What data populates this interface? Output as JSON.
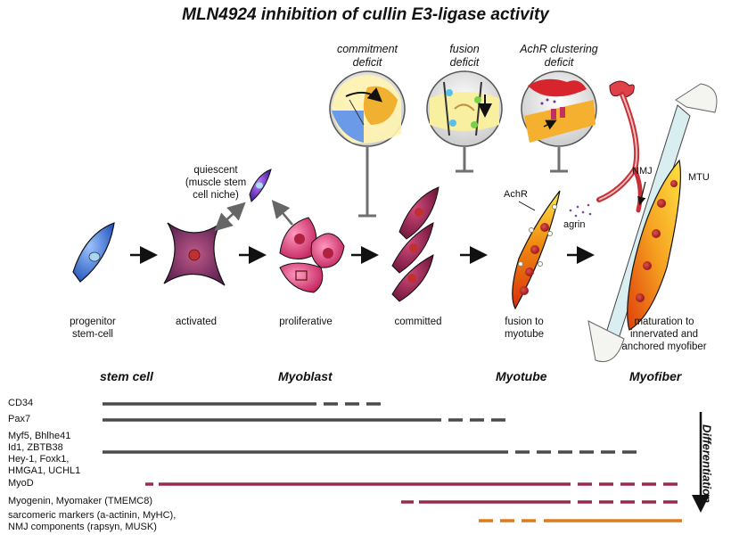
{
  "title": "MLN4924 inhibition of cullin E3-ligase activity",
  "deficits": {
    "commitment": [
      "commitment",
      "deficit"
    ],
    "fusion": [
      "fusion",
      "deficit"
    ],
    "achr": [
      "AchR clustering",
      "deficit"
    ]
  },
  "quiescent": [
    "quiescent",
    "(muscle stem",
    "cell niche)"
  ],
  "cells": {
    "progenitor": [
      "progenitor",
      "stem-cell"
    ],
    "activated": "activated",
    "proliferative": "proliferative",
    "committed": "committed",
    "fusion": [
      "fusion to",
      "myotube"
    ],
    "maturation": [
      "maturation to",
      "innervated and",
      "anchored myofiber"
    ]
  },
  "annotations": {
    "achr": "AchR",
    "agrin": "agrin",
    "nmj": "NMJ",
    "mtu": "MTU"
  },
  "stages": {
    "stem_cell": "stem cell",
    "myoblast": "Myoblast",
    "myotube": "Myotube",
    "myofiber": "Myofiber"
  },
  "differentiation": "Differentiation",
  "markers": [
    {
      "lines": [
        "CD34"
      ],
      "color": "#4a4a4a",
      "solid": [
        115,
        355
      ],
      "dashed_end": 430
    },
    {
      "lines": [
        "Pax7"
      ],
      "color": "#4a4a4a",
      "solid": [
        115,
        495
      ],
      "dashed_end": 570
    },
    {
      "lines": [
        "Myf5, Bhlhe41",
        "Id1, ZBTB38",
        "Hey-1, Foxk1,",
        "HMGA1, UCHL1"
      ],
      "color": "#4a4a4a",
      "solid": [
        115,
        570
      ],
      "dashed_end": 715
    },
    {
      "lines": [
        "MyoD"
      ],
      "color": "#9b2a4a",
      "solid": [
        178,
        640
      ],
      "dashed_end": 765,
      "dashed_start": 163
    },
    {
      "lines": [
        "Myogenin, Myomaker (TMEMC8)"
      ],
      "color": "#9b2a4a",
      "solid": [
        470,
        640
      ],
      "dashed_end": 765,
      "dashed_start": 450
    },
    {
      "lines": [
        "sarcomeric markers (a-actinin, MyHC),",
        "NMJ components (rapsyn, MUSK)"
      ],
      "color": "#e07a1c",
      "solid": [
        610,
        765
      ],
      "dashed_start": 537
    }
  ],
  "colors": {
    "progenitor": "#3b6fd8",
    "activated": "#8a3a6a",
    "proliferative": "#e0407a",
    "committed": "#8a1f4a",
    "myotube": "#f0a020",
    "bone": "#d8eef0",
    "nerve": "#d0303a",
    "inhibitor": "#707070"
  }
}
